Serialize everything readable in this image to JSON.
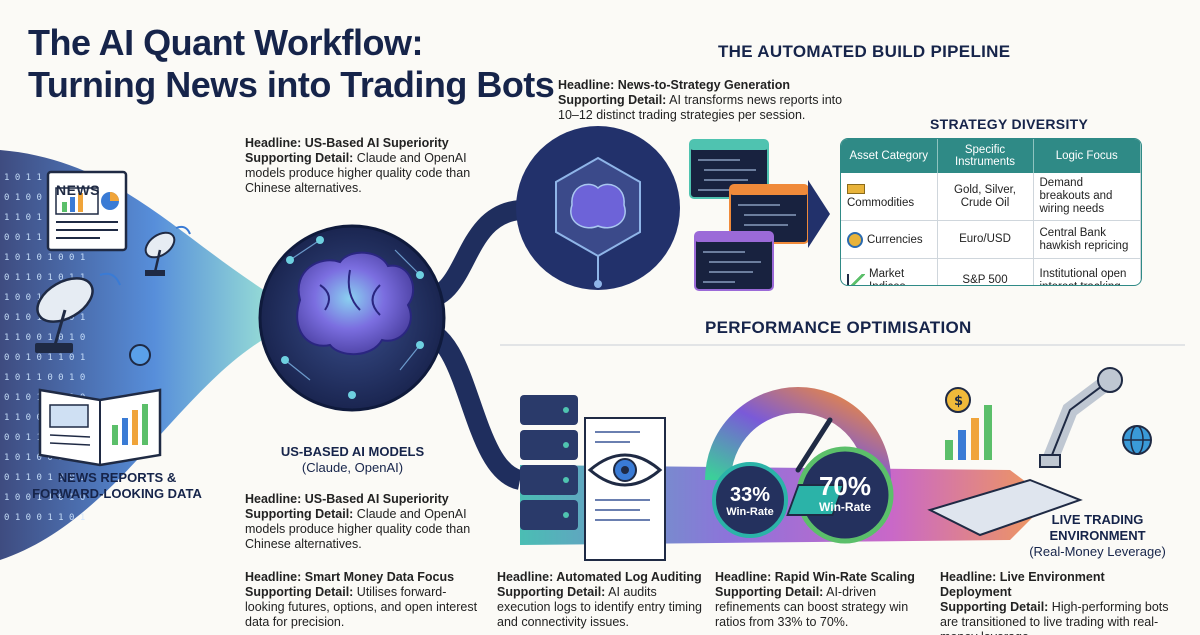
{
  "title": {
    "line1": "The AI Quant Workflow:",
    "line2": "Turning News into Trading Bots"
  },
  "sections": {
    "pipeline": "THE AUTOMATED BUILD PIPELINE",
    "diversity": "STRATEGY DIVERSITY",
    "performance": "PERFORMANCE OPTIMISATION"
  },
  "news_icon_label": "NEWS",
  "blocks": {
    "strategy_gen": {
      "headline": "Headline: News-to-Strategy Generation",
      "sd_label": "Supporting Detail:",
      "detail": " AI transforms news reports into 10–12 distinct trading strategies per session."
    },
    "superiority_top": {
      "headline": "Headline: US-Based AI Superiority",
      "sd_label": "Supporting Detail:",
      "detail": " Claude and OpenAI models produce higher quality code than Chinese alternatives."
    },
    "superiority_bottom": {
      "headline": "Headline: US-Based AI Superiority",
      "sd_label": "Supporting Detail:",
      "detail": " Claude and OpenAI models produce higher quality code than Chinese alternatives."
    },
    "smart_money": {
      "headline": "Headline: Smart Money Data Focus",
      "sd_label": "Supporting Detail:",
      "detail": " Utilises forward-looking futures, options, and open interest data for precision."
    },
    "log_audit": {
      "headline": "Headline: Automated Log Auditing",
      "sd_label": "Supporting Detail:",
      "detail": " AI audits execution logs to identify entry timing and connectivity issues."
    },
    "win_rate": {
      "headline": "Headline: Rapid Win-Rate Scaling",
      "sd_label": "Supporting Detail:",
      "detail": " AI-driven refinements can boost strategy win ratios from 33% to 70%."
    },
    "live_deploy": {
      "headline": "Headline: Live Environment Deployment",
      "sd_label": "Supporting Detail:",
      "detail": " High-performing bots are transitioned to live trading with real-money leverage."
    }
  },
  "labels": {
    "news_reports": {
      "line1": "NEWS REPORTS &",
      "line2": "FORWARD-LOOKING DATA"
    },
    "us_models": {
      "line1": "US-BASED AI MODELS",
      "line2": "(Claude, OpenAI)"
    },
    "live_env": {
      "line1": "LIVE TRADING",
      "line2": "ENVIRONMENT",
      "line3": "(Real-Money Leverage)"
    }
  },
  "win_rates": {
    "before": {
      "value": "33%",
      "label": "Win-Rate"
    },
    "after": {
      "value": "70%",
      "label": "Win-Rate"
    }
  },
  "table": {
    "headers": [
      "Asset Category",
      "Specific Instruments",
      "Logic Focus"
    ],
    "rows": [
      {
        "category": "Commodities",
        "icon": "gold-bars-icon",
        "instruments": "Gold, Silver, Crude Oil",
        "logic": "Demand breakouts and wiring needs"
      },
      {
        "category": "Currencies",
        "icon": "coin-icon",
        "instruments": "Euro/USD",
        "logic": "Central Bank hawkish repricing"
      },
      {
        "category": "Market Indices",
        "icon": "chart-icon",
        "instruments": "S&P 500",
        "logic": "Institutional open interest tracking"
      }
    ]
  },
  "colors": {
    "navy": "#16244a",
    "teal": "#2f8a86",
    "purple": "#6a3fb0",
    "orange": "#f0a43a",
    "green": "#5bbf6a"
  }
}
